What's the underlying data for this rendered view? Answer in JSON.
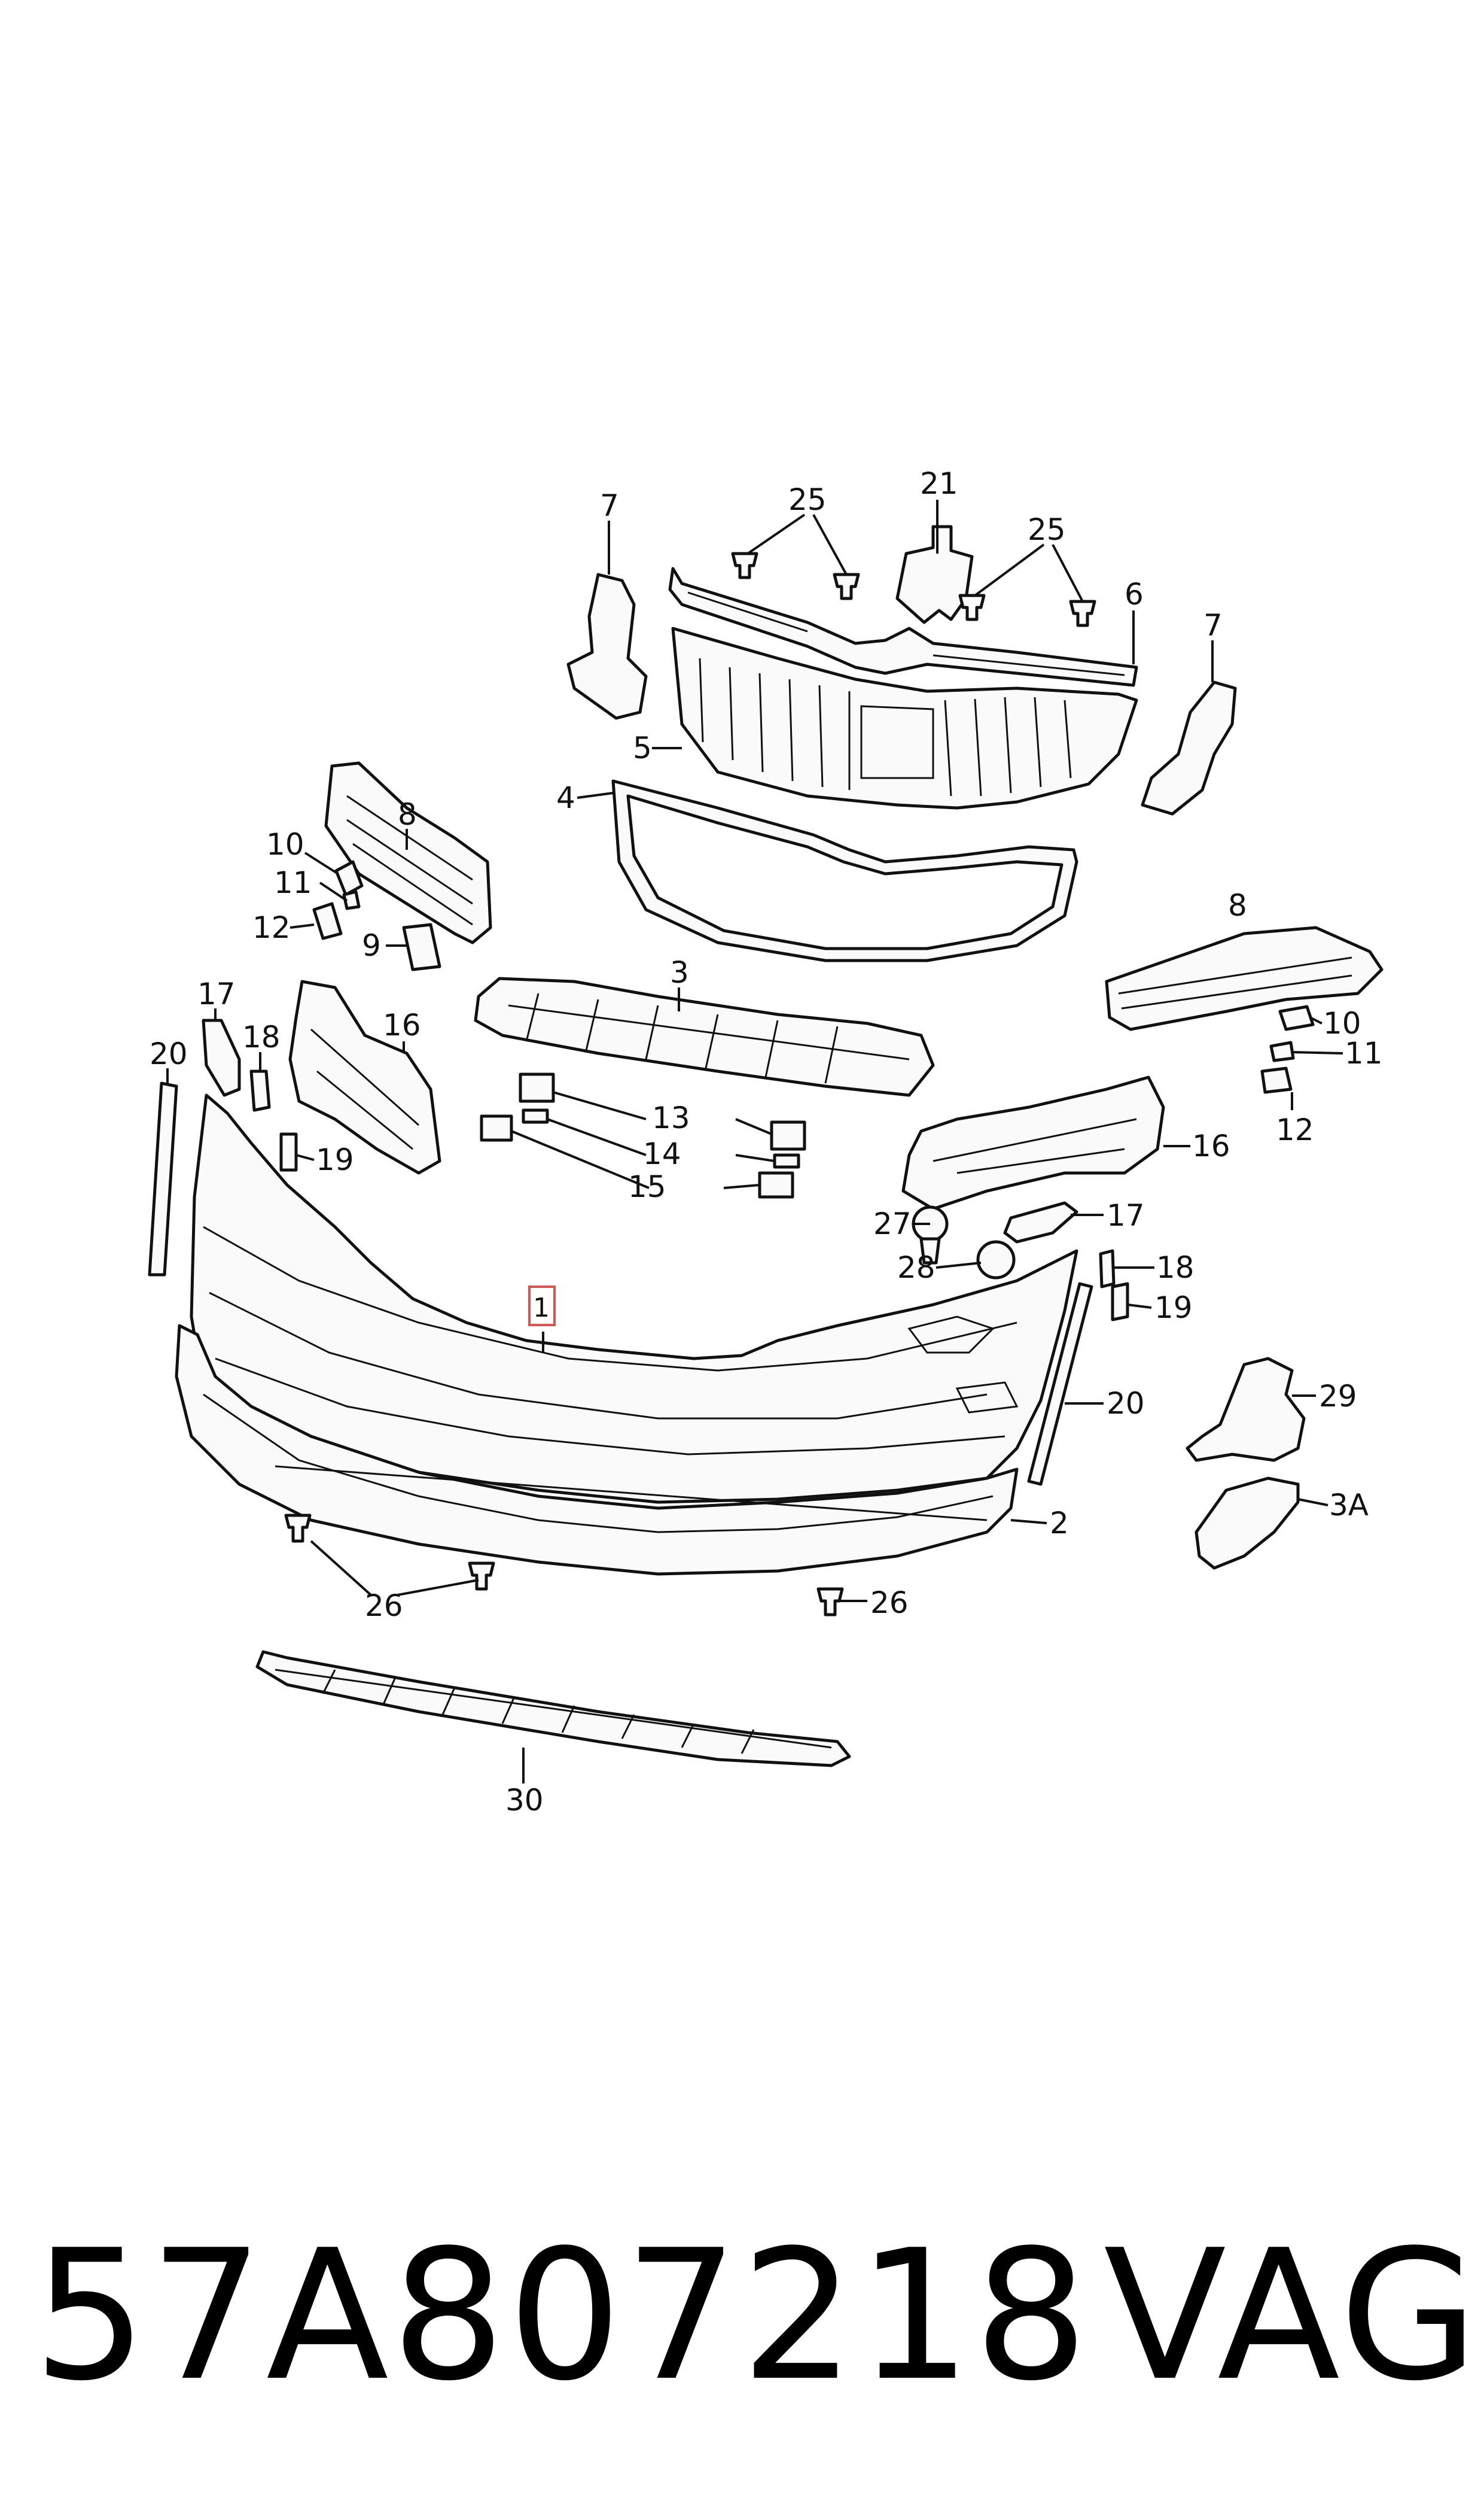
{
  "callouts": {
    "c1": "1",
    "c2": "2",
    "c3": "3",
    "c3a": "3A",
    "c4": "4",
    "c5": "5",
    "c6": "6",
    "c7": "7",
    "c8": "8",
    "c9": "9",
    "c10": "10",
    "c11": "11",
    "c12": "12",
    "c13": "13",
    "c14": "14",
    "c15": "15",
    "c16": "16",
    "c17": "17",
    "c18": "18",
    "c19": "19",
    "c20": "20",
    "c21": "21",
    "c25": "25",
    "c26": "26",
    "c27": "27",
    "c28": "28",
    "c29": "29",
    "c30": "30"
  },
  "highlight_color": "#d9534f",
  "footer": {
    "part_number": "57A807218",
    "brand": "VAG"
  }
}
